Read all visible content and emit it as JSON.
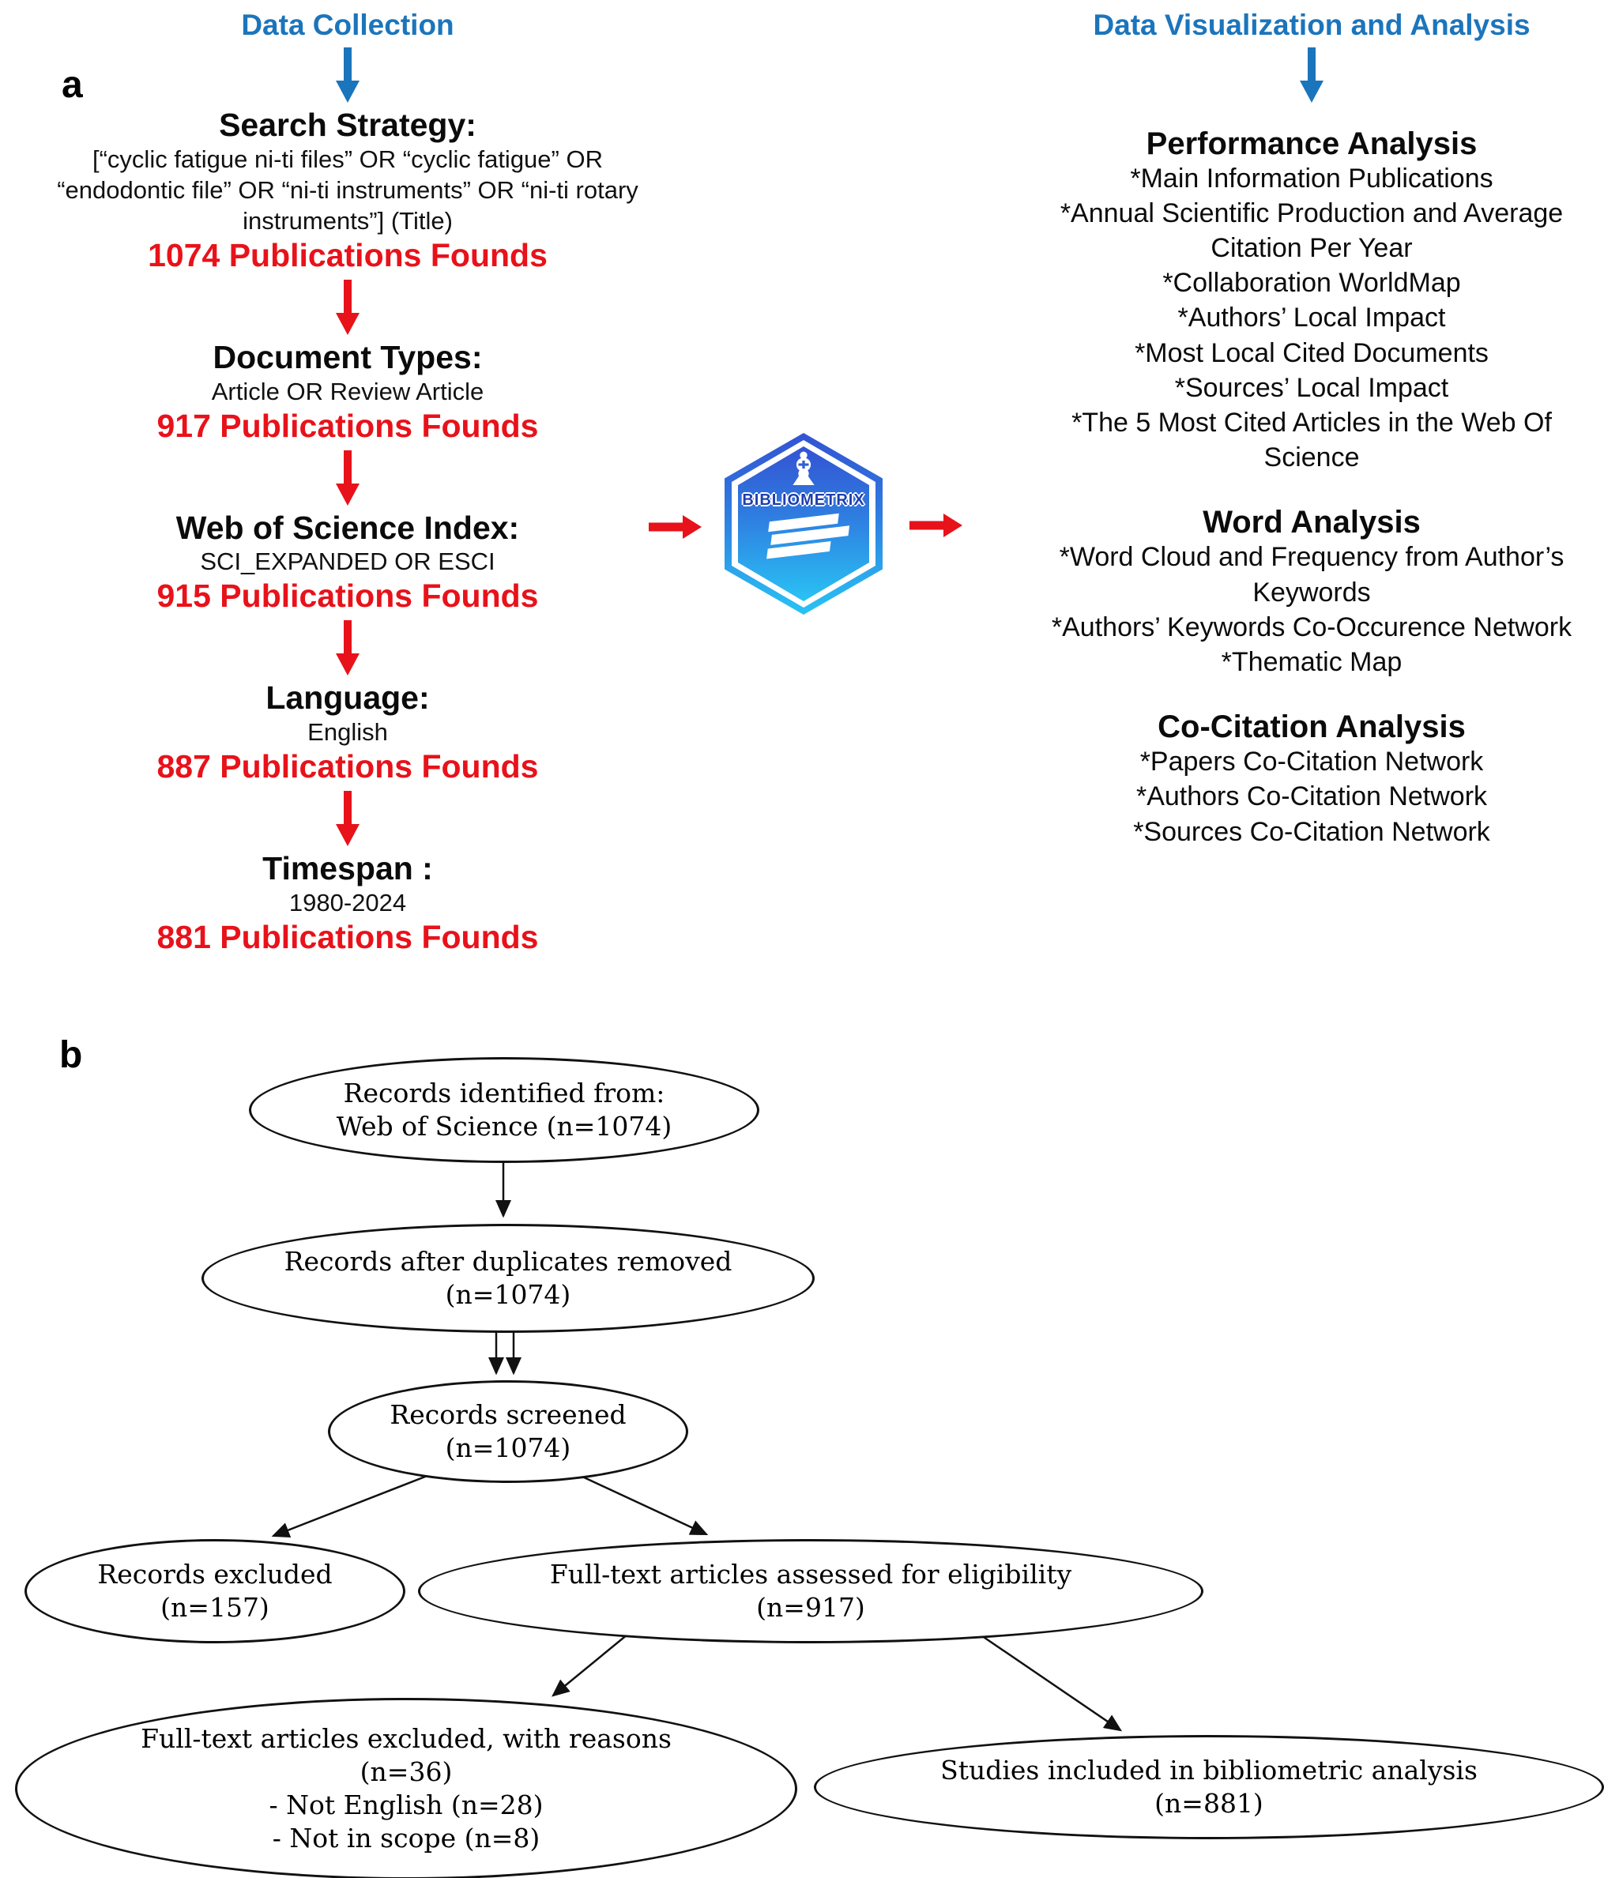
{
  "colors": {
    "accent_blue": "#1b75bc",
    "accent_red": "#e8121a",
    "flow_black": "#111111",
    "logo_gradient_top": "#3353d3",
    "logo_gradient_bottom": "#29c3f4"
  },
  "panel_a": {
    "label": "a",
    "logo_text": "BIBLIOMETRIX",
    "left": {
      "header": "Data Collection",
      "steps": [
        {
          "title": "Search Strategy:",
          "details": [
            "[“cyclic fatigue ni-ti files” OR “cyclic fatigue” OR",
            "“endodontic file” OR “ni-ti instruments” OR “ni-ti rotary",
            "instruments”] (Title)"
          ],
          "result": "1074 Publications Founds"
        },
        {
          "title": "Document Types:",
          "details": [
            "Article OR Review Article"
          ],
          "result": "917 Publications Founds"
        },
        {
          "title": "Web of Science Index:",
          "details": [
            "SCI_EXPANDED OR ESCI"
          ],
          "result": "915 Publications Founds"
        },
        {
          "title": "Language:",
          "details": [
            "English"
          ],
          "result": "887 Publications Founds"
        },
        {
          "title": "Timespan :",
          "details": [
            "1980-2024"
          ],
          "result": "881 Publications Founds"
        }
      ]
    },
    "right": {
      "header": "Data Visualization and Analysis",
      "sections": [
        {
          "title": "Performance Analysis",
          "items": [
            "*Main Information Publications",
            "*Annual Scientific Production and Average",
            "Citation Per Year",
            "*Collaboration WorldMap",
            "*Authors’ Local Impact",
            "*Most Local Cited Documents",
            "*Sources’ Local Impact",
            "*The 5 Most Cited Articles in the Web Of",
            "Science"
          ]
        },
        {
          "title": "Word Analysis",
          "items": [
            "*Word Cloud and Frequency from Author’s",
            "Keywords",
            "*Authors’ Keywords Co-Occurence Network",
            "*Thematic Map"
          ]
        },
        {
          "title": "Co-Citation Analysis",
          "items": [
            "*Papers Co-Citation Network",
            "*Authors Co-Citation Network",
            "*Sources Co-Citation Network"
          ]
        }
      ]
    }
  },
  "panel_b": {
    "label": "b",
    "nodes": [
      {
        "lines": [
          "Records identified from:",
          "Web of Science (n=1074)"
        ]
      },
      {
        "lines": [
          "Records after duplicates removed",
          "(n=1074)"
        ]
      },
      {
        "lines": [
          "Records screened",
          "(n=1074)"
        ]
      },
      {
        "lines": [
          "Records excluded",
          "(n=157)"
        ]
      },
      {
        "lines": [
          "Full-text articles assessed for eligibility",
          "(n=917)"
        ]
      },
      {
        "lines": [
          "Full-text articles excluded, with reasons",
          "(n=36)",
          "- Not English (n=28)",
          "- Not in scope (n=8)"
        ]
      },
      {
        "lines": [
          "Studies included in bibliometric analysis",
          "(n=881)"
        ]
      }
    ]
  }
}
